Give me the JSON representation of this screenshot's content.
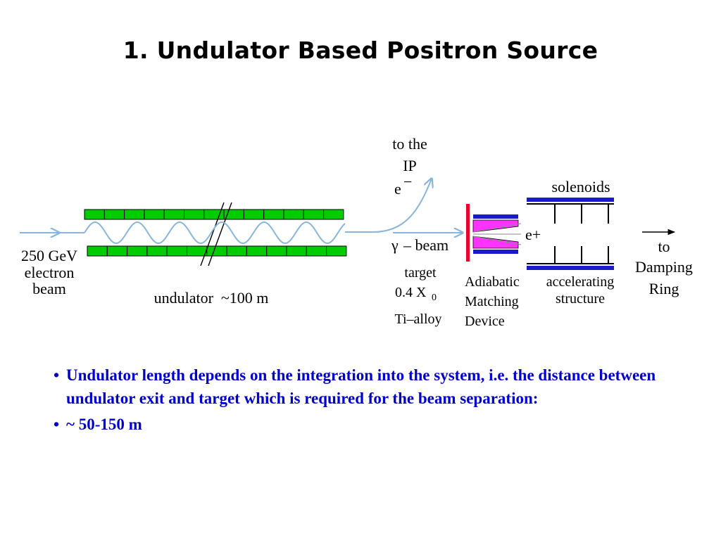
{
  "title": "1. Undulator Based Positron Source",
  "diagram": {
    "labels": {
      "beam_in_1": "250 GeV",
      "beam_in_2": "electron",
      "beam_in_3": "beam",
      "undulator": "undulator  ~100 m",
      "to_ip_1": "to the",
      "to_ip_2": "IP",
      "to_ip_3": "e",
      "to_ip_sup": "−",
      "gamma_sym": "γ",
      "gamma_text": "– beam",
      "target_1": "target",
      "target_2": "0.4 X",
      "target_sub": "0",
      "target_3": "Ti–alloy",
      "amd_1": "Adiabatic",
      "amd_2": "Matching",
      "amd_3": "Device",
      "positron": "e+",
      "solenoids": "solenoids",
      "acc_1": "accelerating",
      "acc_2": "structure",
      "dr_1": "to",
      "dr_2": "Damping",
      "dr_3": "Ring"
    },
    "colors": {
      "magnet_fill": "#00cc00",
      "magnet_stroke": "#000000",
      "beam_line": "#87b5dc",
      "target": "#e8002a",
      "amd_fill": "#ff33ff",
      "amd_frame": "#1a1acd",
      "solenoid": "#1a1acd",
      "label_blue": "#1a1acd"
    }
  },
  "bullets": [
    {
      "dot": "•",
      "text": "Undulator length depends on the integration into the system, i.e. the distance between undulator exit and target which is required for the beam separation:",
      "color": "#0000cc"
    },
    {
      "dot": "•",
      "text": "~ 50-150 m",
      "color": "#0000cc"
    }
  ]
}
